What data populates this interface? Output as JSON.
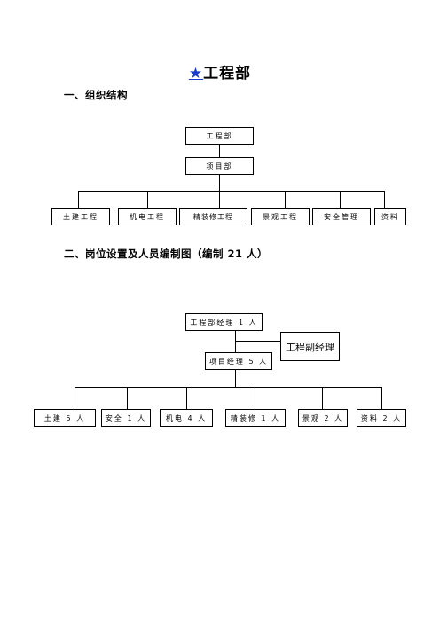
{
  "page": {
    "title_star": "★",
    "title_text": "工程部"
  },
  "section1": {
    "heading": "一、组织结构",
    "top_box": "工程部",
    "mid_box": "项目部",
    "bottom_boxes": [
      "土建工程",
      "机电工程",
      "精装修工程",
      "景观工程",
      "安全管理",
      "资料"
    ]
  },
  "section2": {
    "heading": "二、岗位设置及人员编制图（编制 21 人）",
    "top_box": "工程部经理 1 人",
    "side_box": "工程副经理",
    "mid_box": "项目经理 5 人",
    "bottom_boxes": [
      "土建 5 人",
      "安全 1 人",
      "机电 4 人",
      "精装修 1 人",
      "景观 2 人",
      "资料 2 人"
    ]
  }
}
